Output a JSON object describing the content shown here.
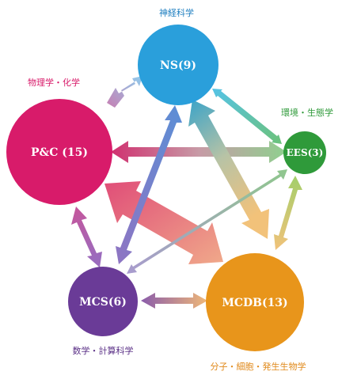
{
  "nodes": {
    "ns": {
      "label": "NS(9)",
      "caption": "神経科学",
      "color": "#2a9fdb",
      "text_color": "#1f7fc0"
    },
    "pc": {
      "label": "P&C (15)",
      "caption": "物理学・化学",
      "color": "#d81b6a",
      "text_color": "#d81b6a"
    },
    "ees": {
      "label": "EES(3)",
      "caption": "環境・生態学",
      "color": "#2f9a3a",
      "text_color": "#2f9a3a"
    },
    "mcs": {
      "label": "MCS(6)",
      "caption": "数学・計算科学",
      "color": "#6a3b97",
      "text_color": "#5a2f86"
    },
    "mcdb": {
      "label": "MCDB(13)",
      "caption": "分子・細胞・発生生物学",
      "color": "#e8951b",
      "text_color": "#e0891a"
    }
  }
}
